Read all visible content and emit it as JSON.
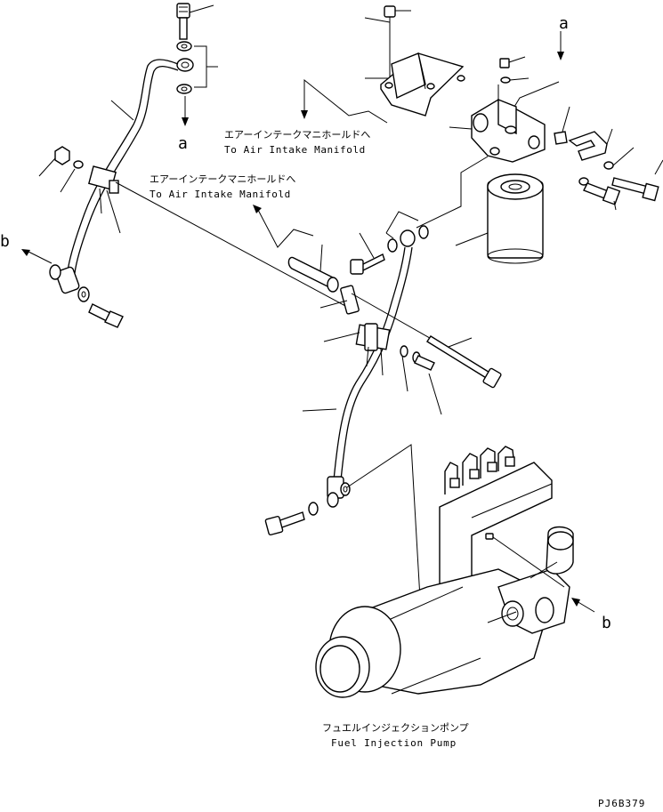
{
  "labels": {
    "marker_a_top": "a",
    "marker_a_left": "a",
    "marker_b_left": "b",
    "marker_b_right": "b",
    "air_intake_1_jp": "エアーインテークマニホールドへ",
    "air_intake_1_en": "To Air Intake Manifold",
    "air_intake_2_jp": "エアーインテークマニホールドへ",
    "air_intake_2_en": "To Air Intake Manifold",
    "pump_jp": "フュエルインジェクションポンプ",
    "pump_en": "Fuel Injection Pump",
    "drawing_code": "PJ6B379"
  }
}
